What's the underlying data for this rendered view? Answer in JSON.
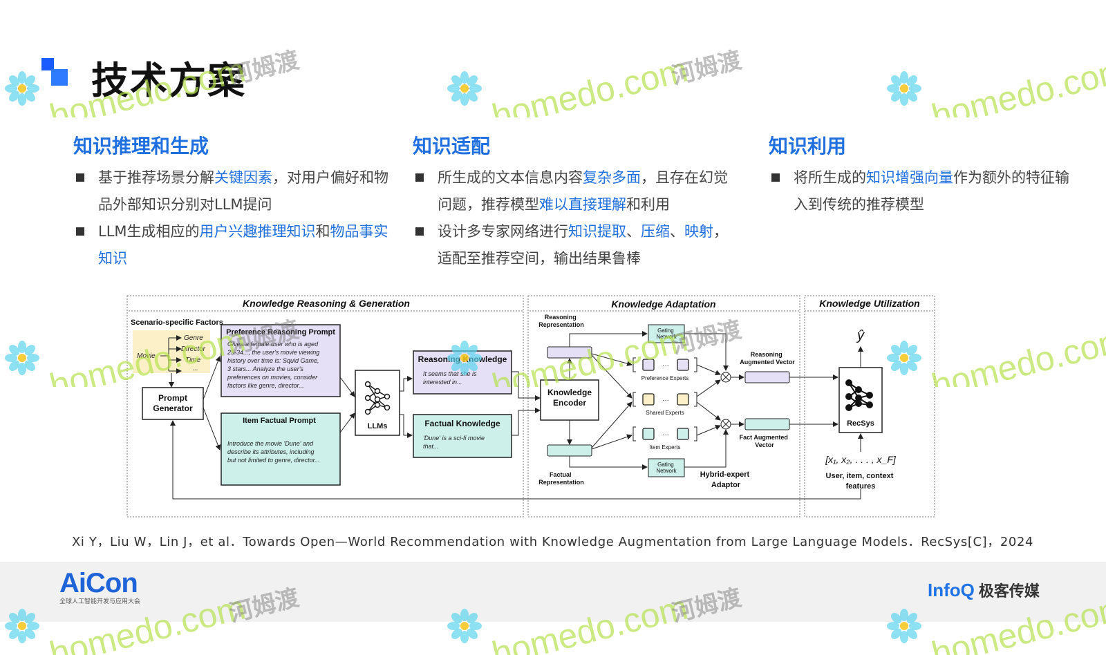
{
  "slide": {
    "title": "技术方案",
    "columns": [
      {
        "heading": "知识推理和生成",
        "bullets": [
          [
            {
              "t": "基于推荐场景分解"
            },
            {
              "t": "关键因素",
              "hl": true
            },
            {
              "t": "，对用户偏好和物品外部知识分别对LLM提问"
            }
          ],
          [
            {
              "t": "LLM生成相应的"
            },
            {
              "t": "用户兴趣推理知识",
              "hl": true
            },
            {
              "t": "和"
            },
            {
              "t": "物品事实知识",
              "hl": true
            }
          ]
        ]
      },
      {
        "heading": "知识适配",
        "bullets": [
          [
            {
              "t": "所生成的文本信息内容"
            },
            {
              "t": "复杂多面",
              "hl": true
            },
            {
              "t": "，且存在幻觉问题，推荐模型"
            },
            {
              "t": "难以直接理解",
              "hl": true
            },
            {
              "t": "和利用"
            }
          ],
          [
            {
              "t": "设计多专家网络进行"
            },
            {
              "t": "知识提取",
              "hl": true
            },
            {
              "t": "、"
            },
            {
              "t": "压缩",
              "hl": true
            },
            {
              "t": "、"
            },
            {
              "t": "映射",
              "hl": true
            },
            {
              "t": "，适配至推荐空间，输出结果鲁棒"
            }
          ]
        ]
      },
      {
        "heading": "知识利用",
        "bullets": [
          [
            {
              "t": "将所生成的"
            },
            {
              "t": "知识增强向量",
              "hl": true
            },
            {
              "t": "作为额外的特征输入到传统的推荐模型"
            }
          ]
        ]
      }
    ],
    "citation": "Xi Y，Liu W，Lin J，et al．Towards Open—World Recommendation with Knowledge Augmentation from Large Language Models．RecSys[C]，2024",
    "footer": {
      "aicon_name": "AiCon",
      "aicon_sub": "全球人工智能开发与应用大会",
      "infoq_name": "InfoQ",
      "infoq_cn": "极客传媒"
    },
    "watermark": {
      "brand": "homedo.com",
      "cn": "河姆渡",
      "icon": "flower-logo-icon"
    },
    "colors": {
      "accent": "#1f6fe0",
      "purple_box": "#e6e0f7",
      "teal_box": "#cdf0ea",
      "yellow_box": "#fbf0c8"
    }
  },
  "diagram": {
    "sections": {
      "reasoning": "Knowledge Reasoning & Generation",
      "adaptation": "Knowledge Adaptation",
      "utilization": "Knowledge Utilization"
    },
    "scenario_label": "Scenario-specific Factors",
    "movie": "Movie",
    "factors": [
      "Genre",
      "Director",
      "Time",
      "..."
    ],
    "prompt_generator": [
      "Prompt",
      "Generator"
    ],
    "pref_prompt_title": "Preference Reasoning Prompt",
    "pref_prompt_body": [
      "Given a female user who is aged",
      "25-34..., the user's movie viewing",
      "history over time is: Squid Game,",
      "3 stars... Analyze the user's",
      "preferences on movies, consider",
      "factors like genre, director..."
    ],
    "item_prompt_title": "Item Factual Prompt",
    "item_prompt_body": [
      "Introduce the movie 'Dune' and",
      "describe its attributes, including",
      "but not limited to genre, director..."
    ],
    "llms": "LLMs",
    "reasoning_knowledge_title": "Reasoning Knowledge",
    "reasoning_knowledge_body": [
      "It seems that she is",
      "interested in..."
    ],
    "factual_knowledge_title": "Factual Knowledge",
    "factual_knowledge_body": [
      "'Dune' is a sci-fi movie",
      "that..."
    ],
    "reasoning_rep": [
      "Reasoning",
      "Representation"
    ],
    "factual_rep": [
      "Factual",
      "Representation"
    ],
    "encoder": [
      "Knowledge",
      "Encoder"
    ],
    "gating": [
      "Gating",
      "Network"
    ],
    "preference_experts": "Preference Experts",
    "shared_experts": "Shared Experts",
    "item_experts": "Item Experts",
    "ellipsis": "···",
    "reasoning_vec": [
      "Reasoning",
      "Augmented Vector"
    ],
    "fact_vec": [
      "Fact Augmented",
      "Vector"
    ],
    "hybrid": [
      "Hybrid-expert",
      "Adaptor"
    ],
    "recsys": "RecSys",
    "yhat": "ŷ",
    "features_vec": "[x₁, x₂, . . . , x_F]",
    "features_label": [
      "User, item, context",
      "features"
    ]
  }
}
